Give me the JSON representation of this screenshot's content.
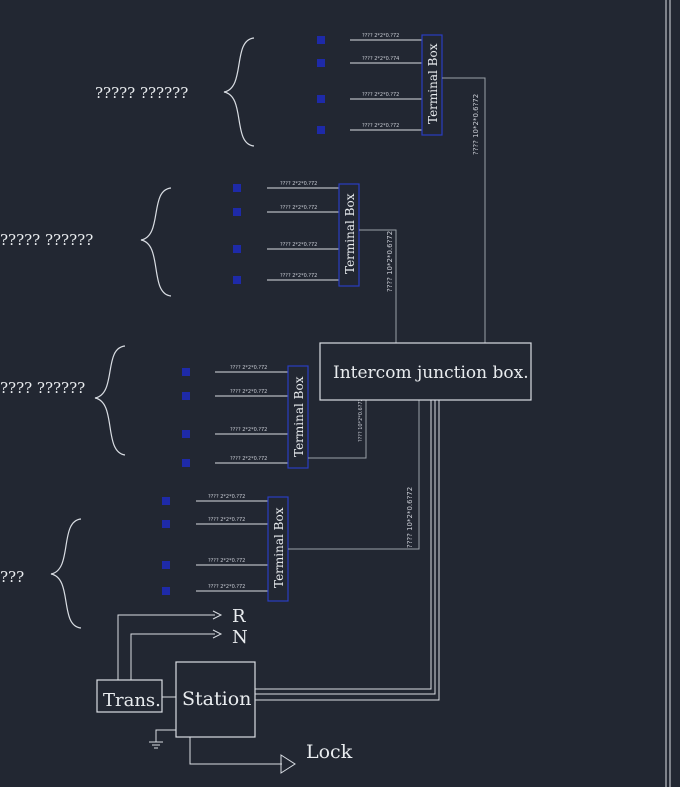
{
  "colors": {
    "background": "#222732",
    "line": "#d9dde3",
    "jack": "#1e2aa8",
    "terminal_border": "#2a3dc2"
  },
  "groups": [
    {
      "label": "????? ??????",
      "terminal_label": "Terminal Box",
      "cable_label": "???? 10*2*0.6?72",
      "wire_labels": [
        "???? 2*2*0.?72",
        "???? 2*2*0.?74",
        "???? 2*2*0.?72",
        "???? 2*2*0.?72"
      ]
    },
    {
      "label": "????? ??????",
      "terminal_label": "Terminal Box",
      "cable_label": "???? 10*2*0.6?72",
      "wire_labels": [
        "???? 2*2*0.?72",
        "???? 2*2*0.?72",
        "???? 2*2*0.?72",
        "???? 2*2*0.?72"
      ]
    },
    {
      "label": "???? ??????",
      "terminal_label": "Terminal Box",
      "cable_label": "???? 10*2*0.6?72",
      "wire_labels": [
        "???? 2*2*0.?72",
        "???? 2*2*0.?72",
        "???? 2*2*0.?72",
        "???? 2*2*0.?72"
      ]
    },
    {
      "label": "???",
      "terminal_label": "Terminal Box",
      "cable_label": "???? 10*2*0.6?72",
      "wire_labels": [
        "???? 2*2*0.?72",
        "???? 2*2*0.?72",
        "???? 2*2*0.?72",
        "???? 2*2*0.?72"
      ]
    }
  ],
  "junction_box": {
    "label": "Intercom junction box."
  },
  "transformer": {
    "label": "Trans."
  },
  "station": {
    "label": "Station"
  },
  "outputs": {
    "r": "R",
    "n": "N",
    "lock": "Lock"
  }
}
